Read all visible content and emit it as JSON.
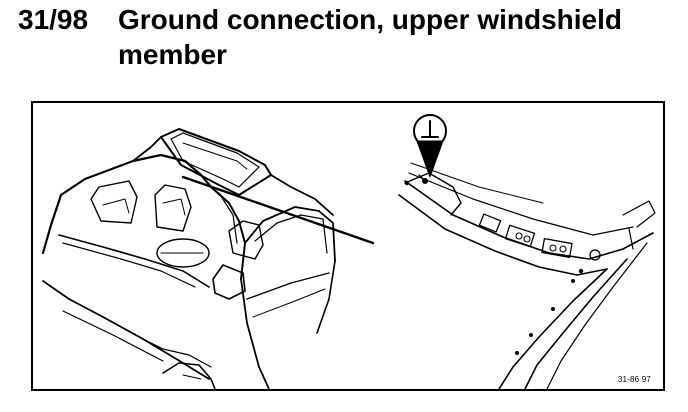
{
  "section": {
    "number": "31/98",
    "title": "Ground connection, upper windshield member"
  },
  "figure": {
    "code": "31-86 97",
    "ground_symbol_icon": "ground-symbol-icon"
  }
}
